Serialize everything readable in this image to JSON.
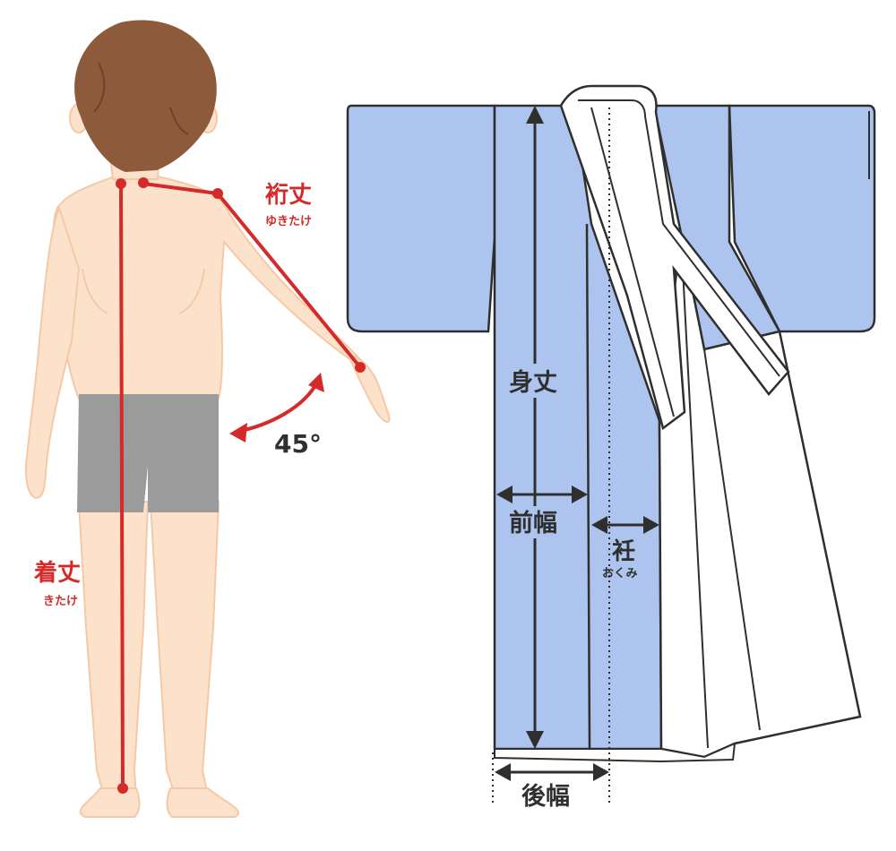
{
  "colors": {
    "skin": "#fde2cb",
    "skin_outline": "#f4c9a8",
    "hair": "#8d5a3b",
    "shorts": "#9b9b9b",
    "measure_red": "#d42a2a",
    "kimono_blue": "#adc4ee",
    "outline": "#2f2f2f",
    "arrow_dark": "#2f2f2f",
    "white": "#ffffff"
  },
  "labels": {
    "yukitake": {
      "kanji": "裄丈",
      "kana": "ゆきたけ"
    },
    "kitake": {
      "kanji": "着丈",
      "kana": "きたけ"
    },
    "angle": "45°",
    "mitake": "身丈",
    "maehaba": "前幅",
    "okumi": {
      "kanji": "衽",
      "kana": "おくみ"
    },
    "ushirohaba": "後幅"
  }
}
